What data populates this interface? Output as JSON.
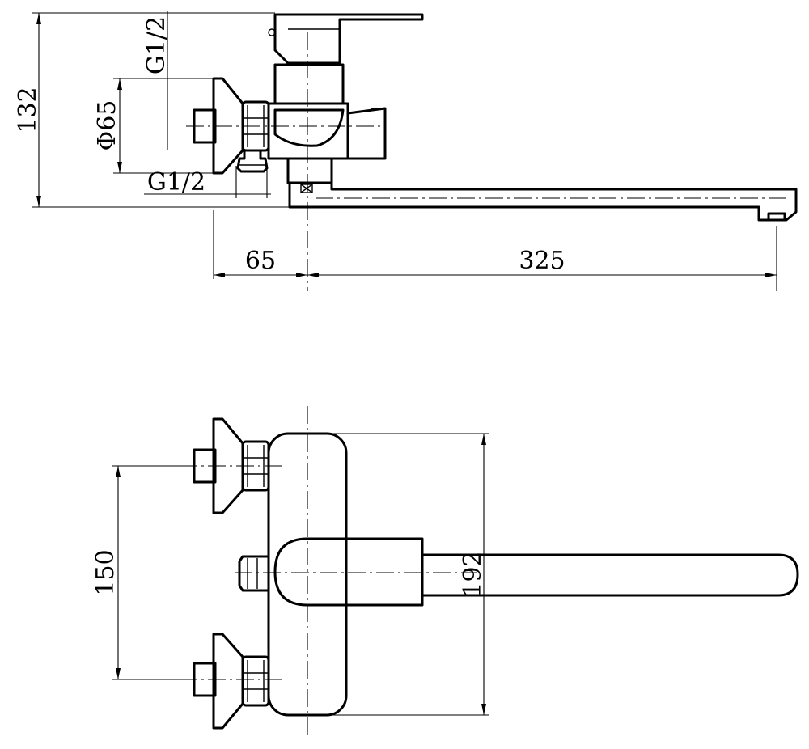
{
  "diagram": {
    "side_view": {
      "labels": {
        "height": "132",
        "thread_top": "G1/2",
        "flange_diameter": "Φ65",
        "thread_bottom": "G1/2",
        "wall_offset": "65",
        "spout_reach": "325"
      }
    },
    "top_view": {
      "labels": {
        "inlet_spacing": "150",
        "body_height": "192"
      }
    },
    "colors": {
      "line": "#000000",
      "background": "#ffffff"
    }
  }
}
